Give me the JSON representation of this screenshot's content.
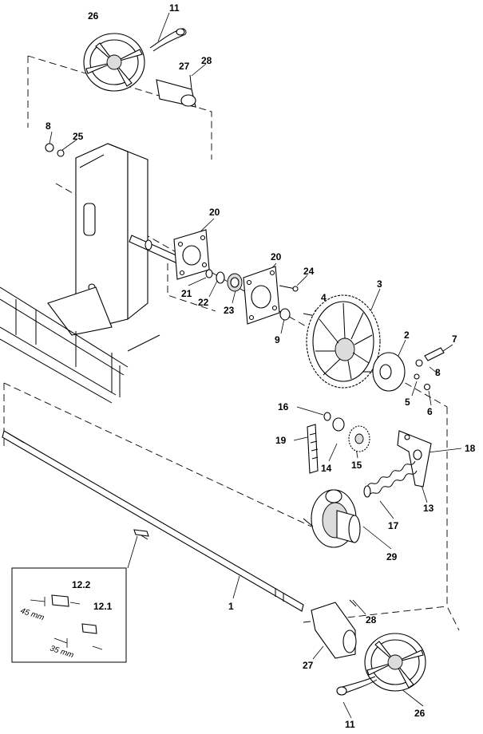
{
  "callouts": {
    "c26_top": "26",
    "c11_top": "11",
    "c27_top": "27",
    "c28_top": "28",
    "c8_left": "8",
    "c25": "25",
    "c20_a": "20",
    "c20_b": "20",
    "c24": "24",
    "c21": "21",
    "c22": "22",
    "c23": "23",
    "c3": "3",
    "c4": "4",
    "c9": "9",
    "c2": "2",
    "c7": "7",
    "c8_right": "8",
    "c5": "5",
    "c6": "6",
    "c16": "16",
    "c19": "19",
    "c14": "14",
    "c15": "15",
    "c18": "18",
    "c13": "13",
    "c17": "17",
    "c29": "29",
    "c1": "1",
    "c28_bottom": "28",
    "c27_bottom": "27",
    "c26_bottom": "26",
    "c11_bottom": "11"
  },
  "inset": {
    "c12_2": "12.2",
    "c12_1": "12.1",
    "dim_45": "45 mm",
    "dim_35": "35 mm"
  }
}
